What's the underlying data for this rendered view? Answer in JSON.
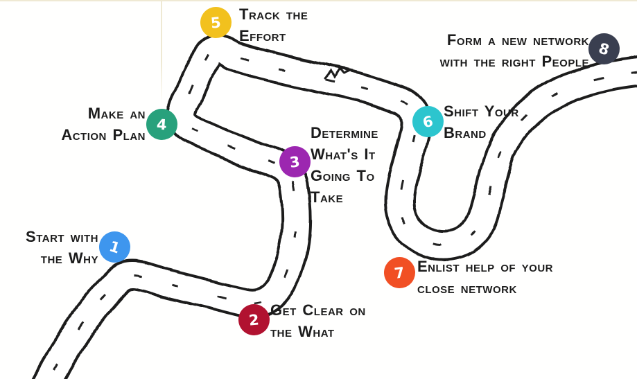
{
  "diagram": {
    "type": "hand-drawn winding road journey map",
    "ink_color": "#1b1b1b",
    "road_fill": "#ffffff",
    "background": "#fffffe",
    "guide_line_color": "#efe9d3"
  },
  "milestones": [
    {
      "number": "1",
      "color": "#3e96ee",
      "label_lines": [
        "Start with",
        "the Why"
      ]
    },
    {
      "number": "2",
      "color": "#b11230",
      "label_lines": [
        "Get Clear on",
        "the What"
      ]
    },
    {
      "number": "3",
      "color": "#9c27b0",
      "label_lines": [
        "Determine",
        "What's It",
        "Going To",
        "Take"
      ]
    },
    {
      "number": "4",
      "color": "#28a17c",
      "label_lines": [
        "Make an",
        "Action Plan"
      ]
    },
    {
      "number": "5",
      "color": "#f2c11e",
      "label_lines": [
        "Track the",
        "Effort"
      ]
    },
    {
      "number": "6",
      "color": "#2cc5ce",
      "label_lines": [
        "Shift Your",
        "Brand"
      ]
    },
    {
      "number": "7",
      "color": "#f14f24",
      "label_lines": [
        "Enlist help of your",
        "close network"
      ]
    },
    {
      "number": "8",
      "color": "#3a3f50",
      "label_lines": [
        "Form a new network",
        "with the right People"
      ]
    }
  ]
}
